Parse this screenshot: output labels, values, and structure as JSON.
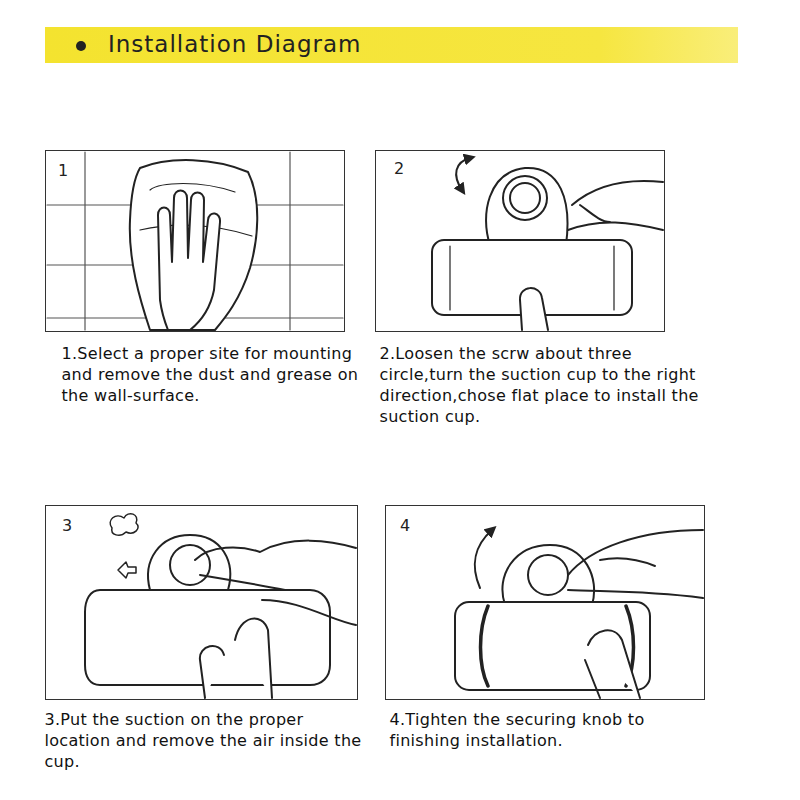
{
  "diagram": {
    "title": "Installation Diagram",
    "nodes": [
      {
        "text": [
          "1",
          "1.Select a proper site for mounting and remove the dust and grease on the wall-surface."
        ]
      },
      {
        "text": [
          "2",
          "2.Loosen the scrw about three circle,turn the suction cup to the right direction,chose flat place to install the suction cup."
        ]
      },
      {
        "text": [
          "3",
          "3.Put the suction on the proper location and remove the air inside the cup."
        ]
      },
      {
        "text": [
          "4",
          "4.Tighten the securing knob to finishing installation."
        ]
      }
    ]
  }
}
